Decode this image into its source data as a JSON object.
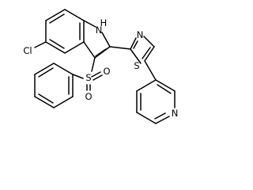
{
  "diagram": {
    "type": "chemical-structure",
    "atom_labels": {
      "chlorine": "Cl",
      "indole_nh": "H",
      "indole_n": "N",
      "thiazole_n": "N",
      "thiazole_s": "S",
      "sulfonyl_s": "S",
      "sulfonyl_o_upper": "O",
      "sulfonyl_o_lower": "O",
      "pyridine_n": "N"
    },
    "colors": {
      "bond": "#000000",
      "label": "#000000",
      "background": "#ffffff"
    }
  }
}
